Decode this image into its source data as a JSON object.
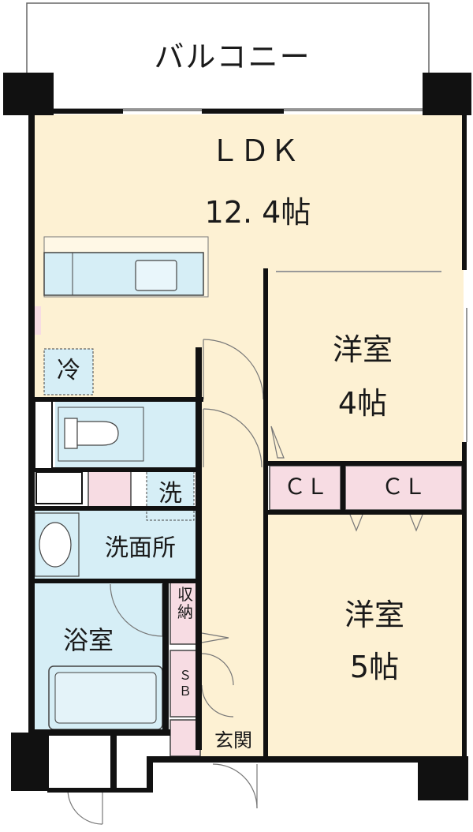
{
  "balcony": {
    "label": "バルコニー"
  },
  "rooms": {
    "ldk": {
      "name": "ＬＤＫ",
      "size": "12. 4帖"
    },
    "western_room_1": {
      "name": "洋室",
      "size": "4帖"
    },
    "western_room_2": {
      "name": "洋室",
      "size": "5帖"
    },
    "washroom": {
      "name": "洗面所"
    },
    "bathroom": {
      "name": "浴室"
    },
    "entrance": {
      "name": "玄関"
    }
  },
  "fixtures": {
    "fridge": "冷",
    "washer": "洗",
    "closet_1": "ＣＬ",
    "closet_2": "ＣＬ",
    "storage": "収納",
    "shoe_box": "ＳＢ"
  },
  "colors": {
    "floor": "#fdf1d3",
    "wet_area": "#d6eef6",
    "storage": "#f7dce3",
    "wall": "#111111",
    "door_line": "#777777"
  }
}
